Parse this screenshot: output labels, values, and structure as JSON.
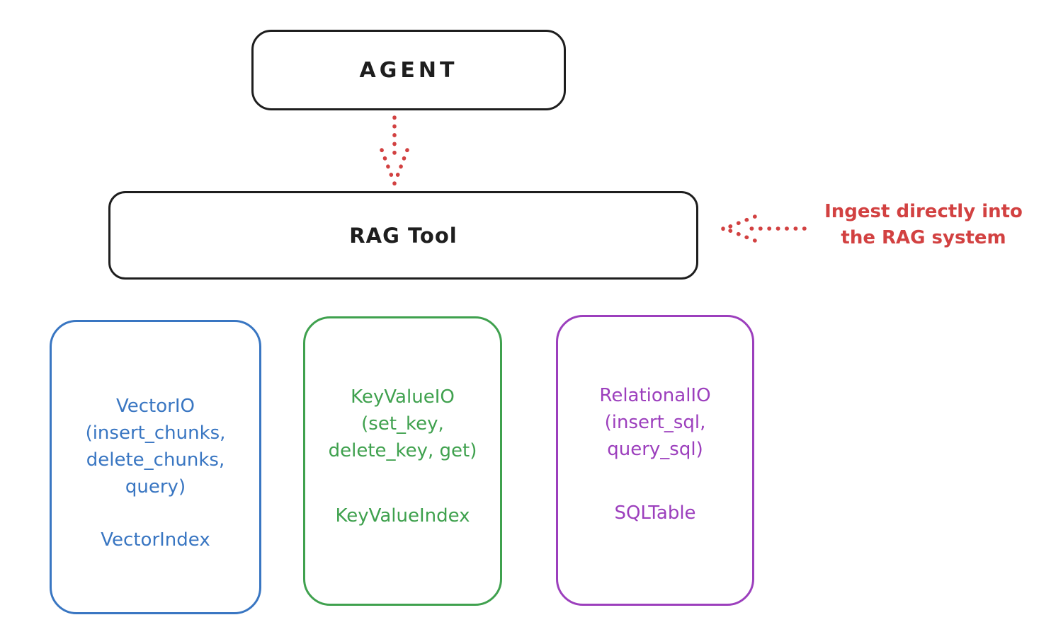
{
  "diagram": {
    "nodes": {
      "agent": {
        "label": "AGENT"
      },
      "rag_tool": {
        "label": "RAG Tool"
      }
    },
    "annotation": {
      "line1": "Ingest directly into",
      "line2": "the RAG system"
    },
    "backends": [
      {
        "id": "vector-io",
        "lines": [
          "VectorIO",
          "(insert_chunks,",
          "delete_chunks,",
          "query)"
        ],
        "footer": "VectorIndex",
        "color": "#3976c2"
      },
      {
        "id": "keyvalue-io",
        "lines": [
          "KeyValueIO",
          "(set_key,",
          "delete_key, get)"
        ],
        "footer": "KeyValueIndex",
        "color": "#3fa14e"
      },
      {
        "id": "relational-io",
        "lines": [
          "RelationalIO",
          "(insert_sql,",
          "query_sql)"
        ],
        "footer": "SQLTable",
        "color": "#9c3fbd"
      }
    ],
    "colors": {
      "stroke": "#1e1e1e",
      "red": "#d24141",
      "blue": "#3976c2",
      "green": "#3fa14e",
      "purple": "#9c3fbd"
    }
  }
}
